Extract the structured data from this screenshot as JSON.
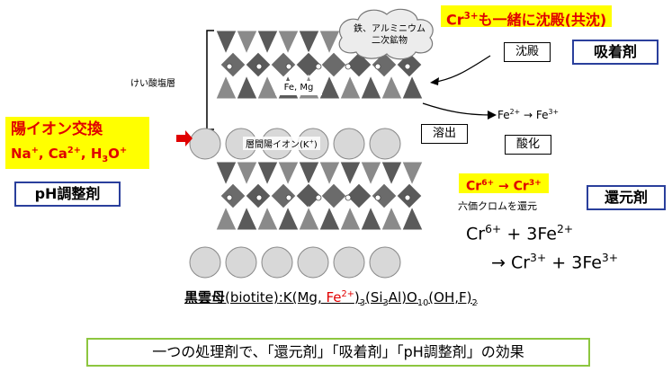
{
  "colors": {
    "accent_red": "#e00000",
    "highlight_yellow": "#ffff00",
    "box_blue": "#2a3f9c",
    "box_green": "#8dc63f",
    "mineral_dark": "#5a5a5a",
    "mineral_light": "#d8d8d8"
  },
  "cloud": {
    "line1": "鉄、アルミニウム",
    "line2": "二次鉱物"
  },
  "coprecipitation": {
    "ion": "Cr",
    "charge": "3+",
    "text": "も一緒に沈殿(共沈)"
  },
  "labels": {
    "precipitation": "沈殿",
    "adsorbent": "吸着剤",
    "silicate_layer": "けい酸塩層",
    "fe_mg": "Fe, Mg",
    "elution": "溶出",
    "oxidation": "酸化",
    "interlayer": "層間陽イオン(K",
    "interlayer_charge": "+",
    "interlayer_close": ")",
    "reducing_agent": "還元剤",
    "reduce_hex": "六価クロムを還元",
    "ph_adjuster": "pH調整剤"
  },
  "fe_oxidation": {
    "left": "Fe",
    "left_charge": "2+",
    "arrow": "→",
    "right": "Fe",
    "right_charge": "3+"
  },
  "cation_exchange": {
    "title": "陽イオン交換",
    "ions": [
      {
        "symbol": "Na",
        "charge": "+"
      },
      {
        "symbol": "Ca",
        "charge": "2+"
      },
      {
        "symbol": "H",
        "sub": "3",
        "symbol2": "O",
        "charge": "+"
      }
    ]
  },
  "cr_reduction": {
    "from": "Cr",
    "from_charge": "6+",
    "arrow": "→",
    "to": "Cr",
    "to_charge": "3+"
  },
  "equation": {
    "line1_a": "Cr",
    "line1_a_charge": "6+",
    "line1_b": " + 3Fe",
    "line1_b_charge": "2+",
    "line2_arrow": "→ Cr",
    "line2_a_charge": "3+",
    "line2_b": " + 3Fe",
    "line2_b_charge": "3+"
  },
  "formula": {
    "name": "黒雲母",
    "latin": "(biotite)",
    "prefix": ":K(Mg, ",
    "fe": "Fe",
    "fe_charge": "2+",
    "close": ")",
    "s3": "3",
    "si": "(Si",
    "si_sub": "3",
    "al": "Al)O",
    "o_sub": "10",
    "oh": "(OH,F)",
    "end_sub": "2"
  },
  "conclusion": "一つの処理剤で、「還元剤」「吸着剤」「pH調整剤」の効果"
}
